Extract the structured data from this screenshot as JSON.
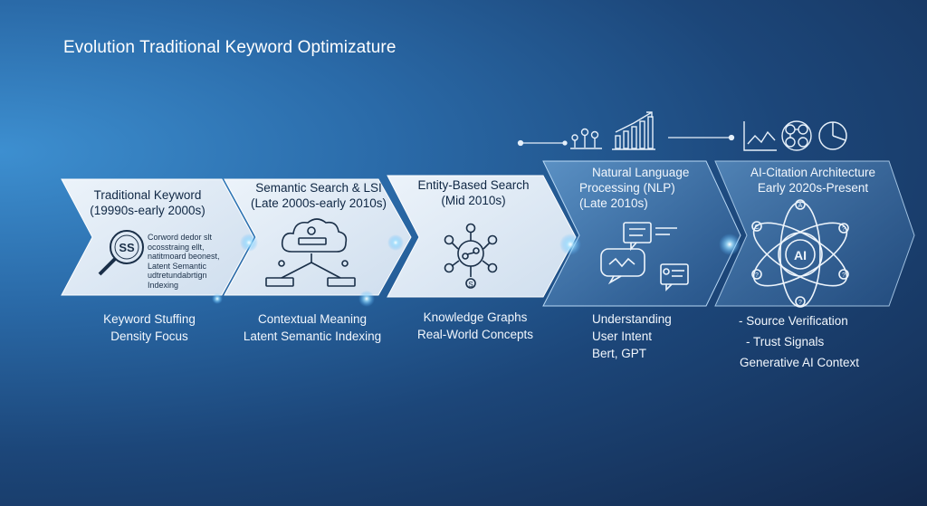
{
  "title": "Evolution Traditional Keyword Optimizature",
  "stages": [
    {
      "heading": [
        "Traditional Keyword",
        "(19990s-early 2000s)"
      ],
      "icon_text": [
        "Corword dedor slt",
        "ocosstraing ellt,",
        "natitmoard beonest,",
        "Latent Semantic",
        "udtretundabrtign",
        "Indexing"
      ],
      "desc": [
        "Keyword Stuffing",
        "Density Focus"
      ]
    },
    {
      "heading": [
        "Semantic Search & LSI",
        "(Late 2000s-early 2010s)"
      ],
      "desc": [
        "Contextual Meaning",
        "Latent Semantic Indexing"
      ]
    },
    {
      "heading": [
        "Entity-Based Search",
        "(Mid 2010s)"
      ],
      "desc": [
        "Knowledge Graphs",
        "Real-World Concepts"
      ]
    },
    {
      "heading": [
        "Natural Language",
        "Processing (NLP)",
        "(Late 2010s)"
      ],
      "desc": [
        "Understanding",
        "User Intent",
        "Bert, GPT"
      ]
    },
    {
      "heading": [
        "AI-Citation Architecture",
        "Early 2020s-Present"
      ],
      "desc": [
        "-  Source Verification",
        "-  Trust Signals",
        "Generative AI Context"
      ]
    }
  ],
  "magnifier_text": "SS",
  "ai_text": "AI",
  "entity_node_letter": "S",
  "ai_orbit_letters": [
    "A",
    "C",
    "?",
    "?",
    "?",
    "?"
  ],
  "colors": {
    "bg_light": "#3d8fd0",
    "bg_dark": "#13294d",
    "chevron_light": "#e3edf7",
    "chevron_glass": "#5b8fc4",
    "glow": "#8fd4ff"
  }
}
